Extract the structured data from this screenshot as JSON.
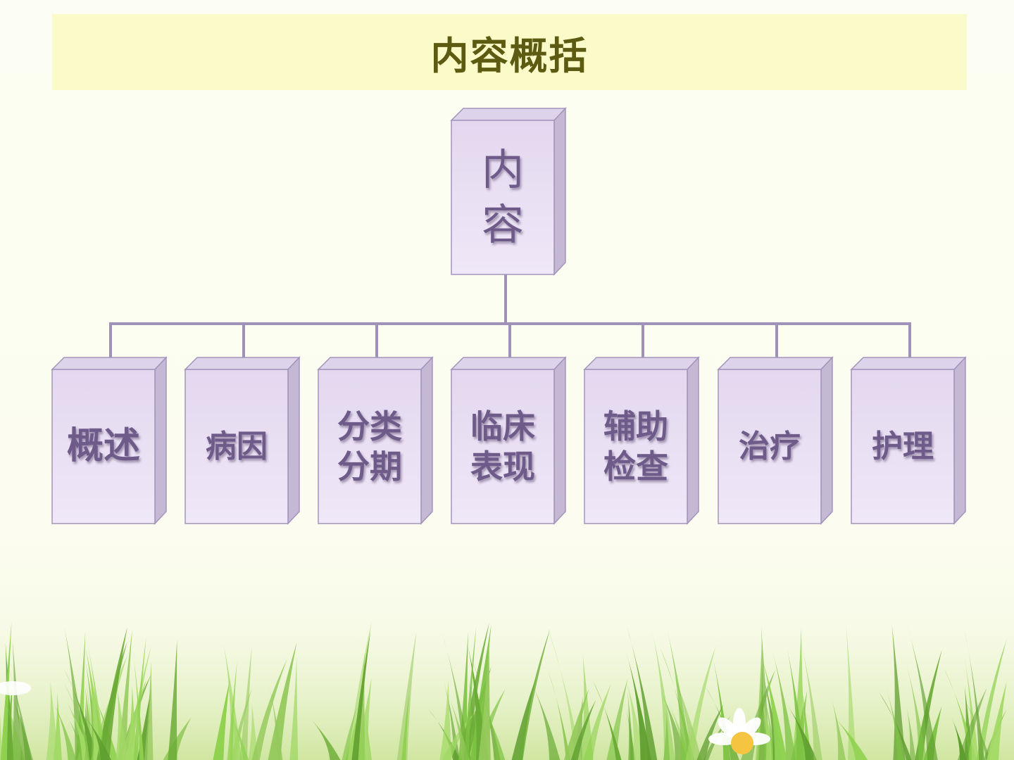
{
  "title": "内容概括",
  "root": {
    "lines": [
      "内",
      "容"
    ]
  },
  "children": [
    {
      "lines": [
        "概述"
      ]
    },
    {
      "lines": [
        "病因"
      ]
    },
    {
      "lines": [
        "分类",
        "分期"
      ]
    },
    {
      "lines": [
        "临床",
        "表现"
      ]
    },
    {
      "lines": [
        "辅助",
        "检查"
      ]
    },
    {
      "lines": [
        "治疗"
      ]
    },
    {
      "lines": [
        "护理"
      ]
    }
  ],
  "colors": {
    "title_band": "#fbfbc9",
    "title_text": "#5d5a12",
    "box_front_top": "#e3d8ef",
    "box_front_bottom": "#efe8f8",
    "box_side": "#c5b8d4",
    "box_top": "#ddd3ea",
    "box_border": "#a394bb",
    "connector": "#a091b8",
    "label_text": "#6e5b8a"
  }
}
